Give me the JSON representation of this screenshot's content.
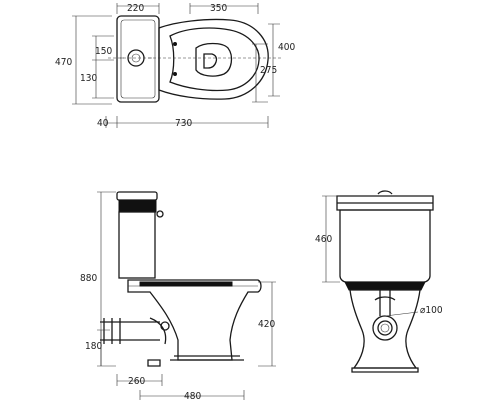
{
  "top_view": {
    "width_220": "220",
    "width_350": "350",
    "depth_400": "400",
    "depth_470": "470",
    "depth_150": "150",
    "depth_130": "130",
    "depth_275": "275",
    "offset_40": "40",
    "length_730": "730"
  },
  "side_view": {
    "height_880": "880",
    "height_420": "420",
    "height_180": "180",
    "outlet_260": "260",
    "length_480": "480"
  },
  "front_view": {
    "tank_460": "460",
    "pipe_dia": "⌀100"
  }
}
